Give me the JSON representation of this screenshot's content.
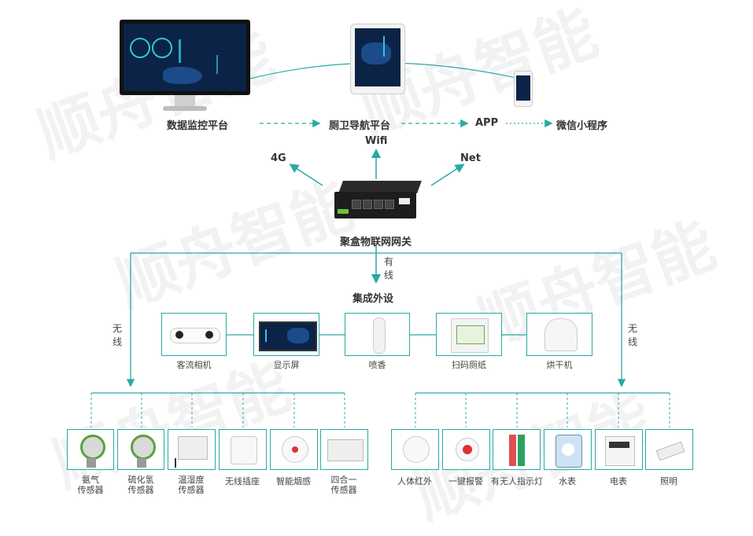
{
  "top": {
    "monitor_label": "数据监控平台",
    "navigation_label": "厕卫导航平台",
    "app_label": "APP",
    "wechat_label": "微信小程序"
  },
  "network": {
    "label_4g": "4G",
    "label_wifi": "Wifi",
    "label_net": "Net"
  },
  "gateway": {
    "label": "聚盒物联网网关"
  },
  "wired": {
    "char1": "有",
    "char2": "线"
  },
  "integrated": {
    "title": "集成外设",
    "items": [
      "客流相机",
      "显示屏",
      "喷香",
      "扫码厕纸",
      "烘干机"
    ]
  },
  "wireless": {
    "char1": "无",
    "char2": "线"
  },
  "sensors_left": [
    {
      "line1": "氨气",
      "line2": "传感器"
    },
    {
      "line1": "硫化氢",
      "line2": "传感器"
    },
    {
      "line1": "温湿度",
      "line2": "传感器"
    },
    {
      "line1": "无线插座",
      "line2": ""
    },
    {
      "line1": "智能烟感",
      "line2": ""
    },
    {
      "line1": "四合一",
      "line2": "传感器"
    }
  ],
  "sensors_right": [
    "人体红外",
    "一键报警",
    "有无人指示灯",
    "水表",
    "电表",
    "照明"
  ],
  "watermark": "顺舟智能",
  "colors": {
    "accent": "#2aa9a3",
    "screen": "#0b2346"
  }
}
